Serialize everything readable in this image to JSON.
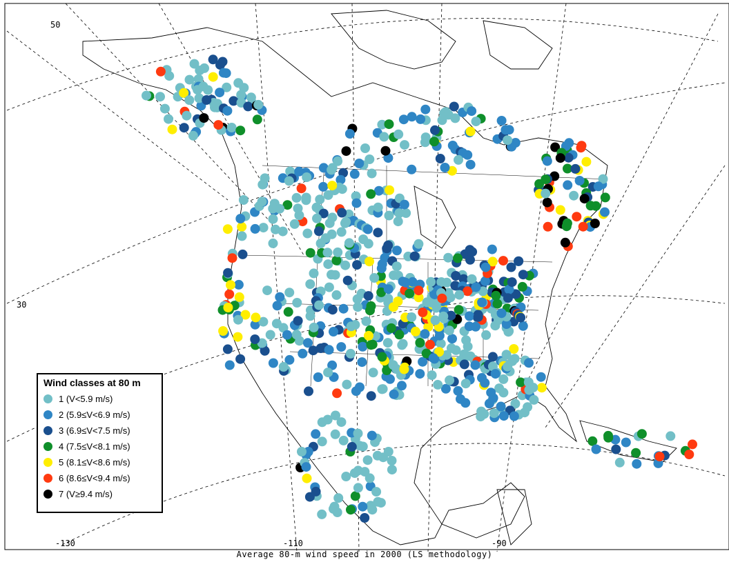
{
  "map": {
    "lat_labels": [
      "50",
      "30"
    ],
    "lon_labels": [
      "-130",
      "-110",
      "-90"
    ]
  },
  "caption": "Average 80-m wind speed in 2000 (LS methodology)",
  "legend": {
    "title": "Wind classes at 80 m",
    "classes": [
      {
        "label": "1 (V<5.9 m/s)",
        "color": "#72bfc7"
      },
      {
        "label": "2 (5.9≤V<6.9 m/s)",
        "color": "#2f86c5"
      },
      {
        "label": "3 (6.9≤V<7.5 m/s)",
        "color": "#1a4f8e"
      },
      {
        "label": "4 (7.5≤V<8.1 m/s)",
        "color": "#0f8f2a"
      },
      {
        "label": "5 (8.1≤V<8.6 m/s)",
        "color": "#ffee00"
      },
      {
        "label": "6 (8.6≤V<9.4 m/s)",
        "color": "#ff3a10"
      },
      {
        "label": "7 (V≥9.4 m/s)",
        "color": "#000000"
      }
    ]
  }
}
